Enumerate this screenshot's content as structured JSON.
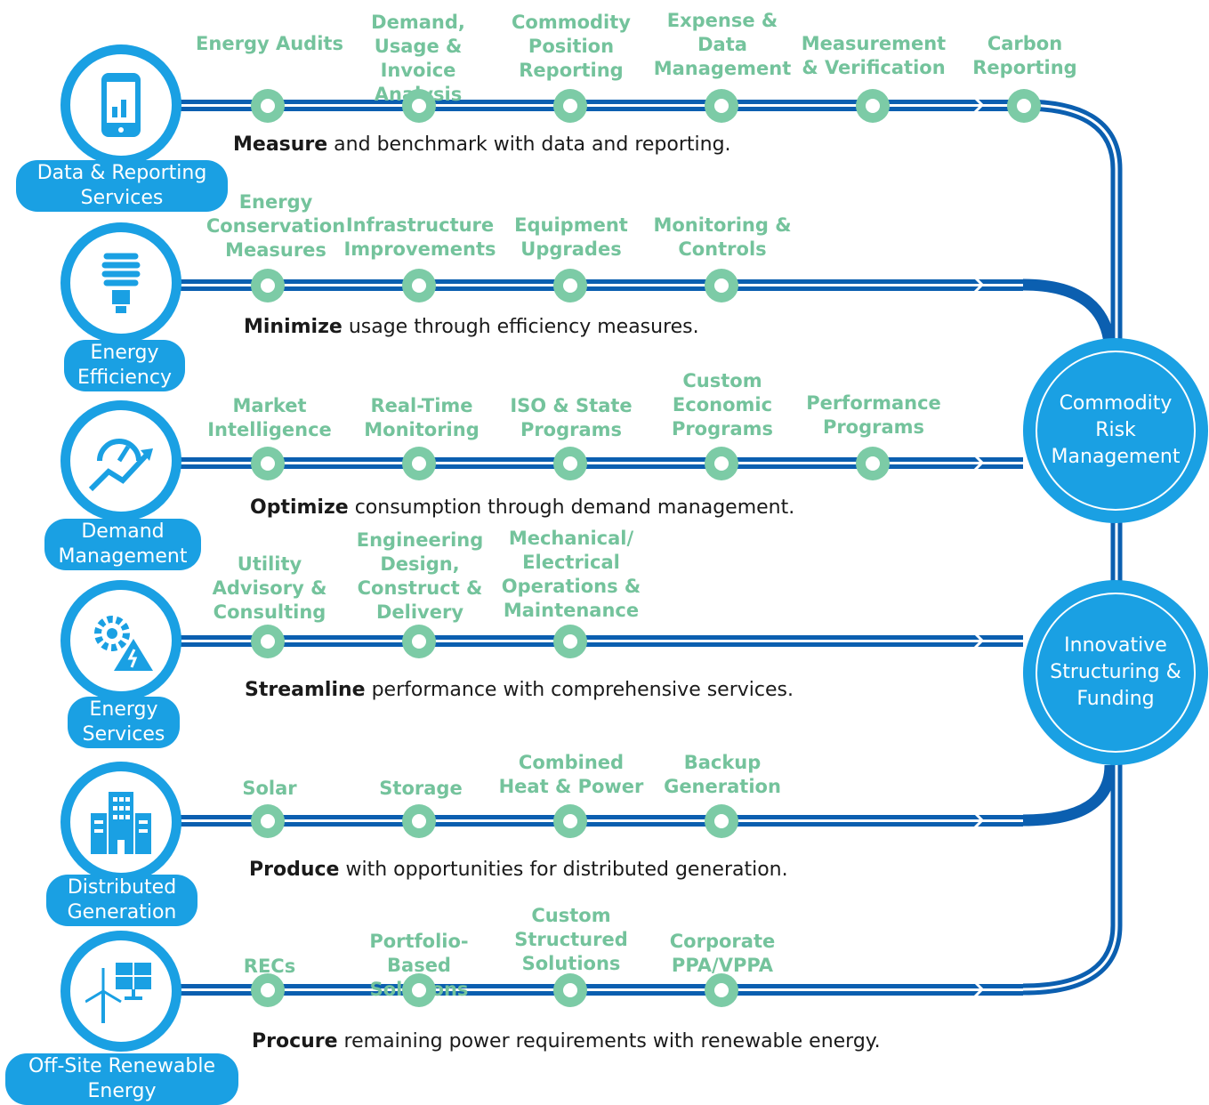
{
  "rows": [
    {
      "category": "Data & Reporting Services",
      "icon": "smartphone-chart-icon",
      "verb": "Measure",
      "tagline_rest": " and benchmark with data and reporting.",
      "nodes": [
        "Energy Audits",
        "Demand, Usage & Invoice Analysis",
        "Commodity Position Reporting",
        "Expense & Data Management",
        "Measurement & Verification",
        "Carbon Reporting"
      ]
    },
    {
      "category": "Energy Efficiency",
      "icon": "cfl-bulb-icon",
      "verb": "Minimize",
      "tagline_rest": " usage through efficiency measures.",
      "nodes": [
        "Energy Conservation Measures",
        "Infrastructure Improvements",
        "Equipment Upgrades",
        "Monitoring & Controls"
      ]
    },
    {
      "category": "Demand Management",
      "icon": "gauge-trend-icon",
      "verb": "Optimize",
      "tagline_rest": " consumption through demand management.",
      "nodes": [
        "Market Intelligence",
        "Real-Time Monitoring",
        "ISO & State Programs",
        "Custom Economic Programs",
        "Performance Programs"
      ]
    },
    {
      "category": "Energy Services",
      "icon": "gear-warning-icon",
      "verb": "Streamline",
      "tagline_rest": " performance with comprehensive services.",
      "nodes": [
        "Utility Advisory & Consulting",
        "Engineering Design, Construct & Delivery",
        "Mechanical/ Electrical Operations & Maintenance"
      ]
    },
    {
      "category": "Distributed Generation",
      "icon": "building-icon",
      "verb": "Produce",
      "tagline_rest": " with opportunities for distributed generation.",
      "nodes": [
        "Solar",
        "Storage",
        "Combined Heat & Power",
        "Backup Generation"
      ]
    },
    {
      "category": "Off-Site Renewable Energy",
      "icon": "solar-wind-icon",
      "verb": "Procure",
      "tagline_rest": " remaining power requirements with renewable energy.",
      "nodes": [
        "RECs",
        "Portfolio-Based Solutions",
        "Custom Structured Solutions",
        "Corporate PPA/VPPA"
      ]
    }
  ],
  "hubs": [
    "Commodity Risk Management",
    "Innovative Structuring & Funding"
  ],
  "colors": {
    "pipe": "#0b5fb0",
    "accent": "#1aa0e3",
    "node": "#7ccba6",
    "label": "#74c39c"
  }
}
